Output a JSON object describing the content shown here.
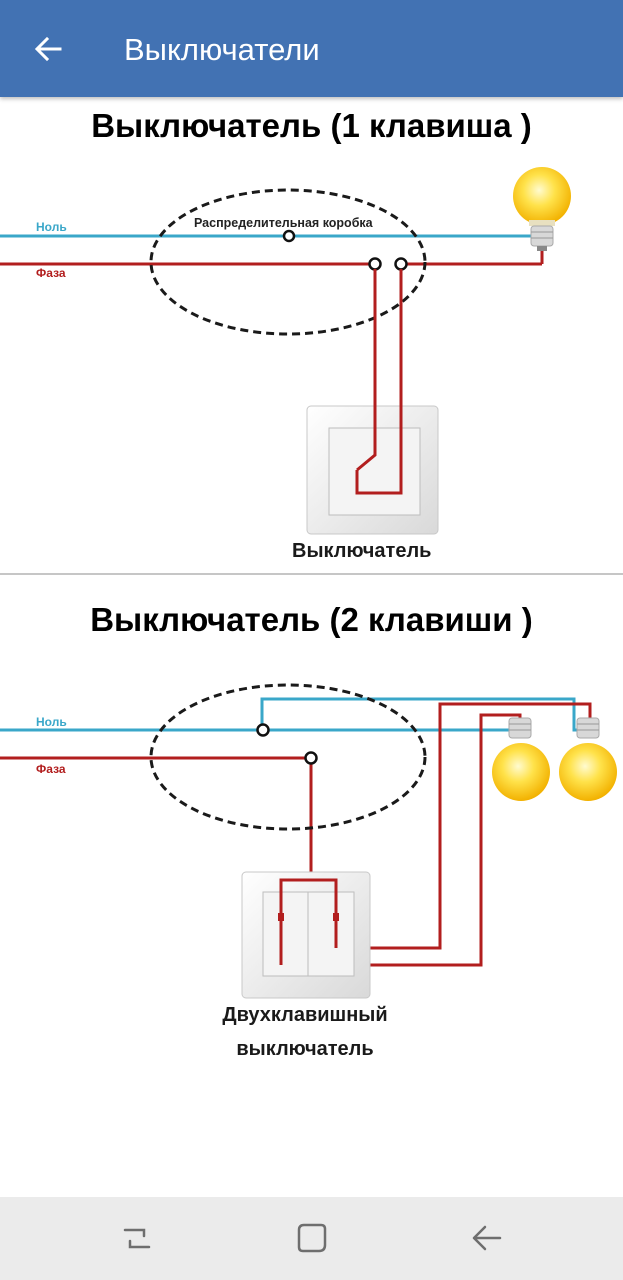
{
  "app_bar": {
    "title": "Выключатели",
    "back_icon": "arrow-left-icon",
    "color": "#4272b3"
  },
  "diagram1": {
    "title": "Выключатель (1 клавиша )",
    "neutral_label": "Ноль",
    "phase_label": "Фаза",
    "junction_box_label": "Распределительная коробка",
    "switch_label": "Выключатель"
  },
  "diagram2": {
    "title": "Выключатель (2 клавиши )",
    "neutral_label": "Ноль",
    "phase_label": "Фаза",
    "switch_label_line1": "Двухклавишный",
    "switch_label_line2": "выключатель"
  },
  "colors": {
    "neutral_wire": "#3aa7c9",
    "phase_wire": "#b21e1e",
    "bulb": "#ffd21e"
  },
  "nav_bar": {
    "recent_icon": "recent-apps-icon",
    "home_icon": "home-icon",
    "back_icon": "back-nav-icon"
  }
}
